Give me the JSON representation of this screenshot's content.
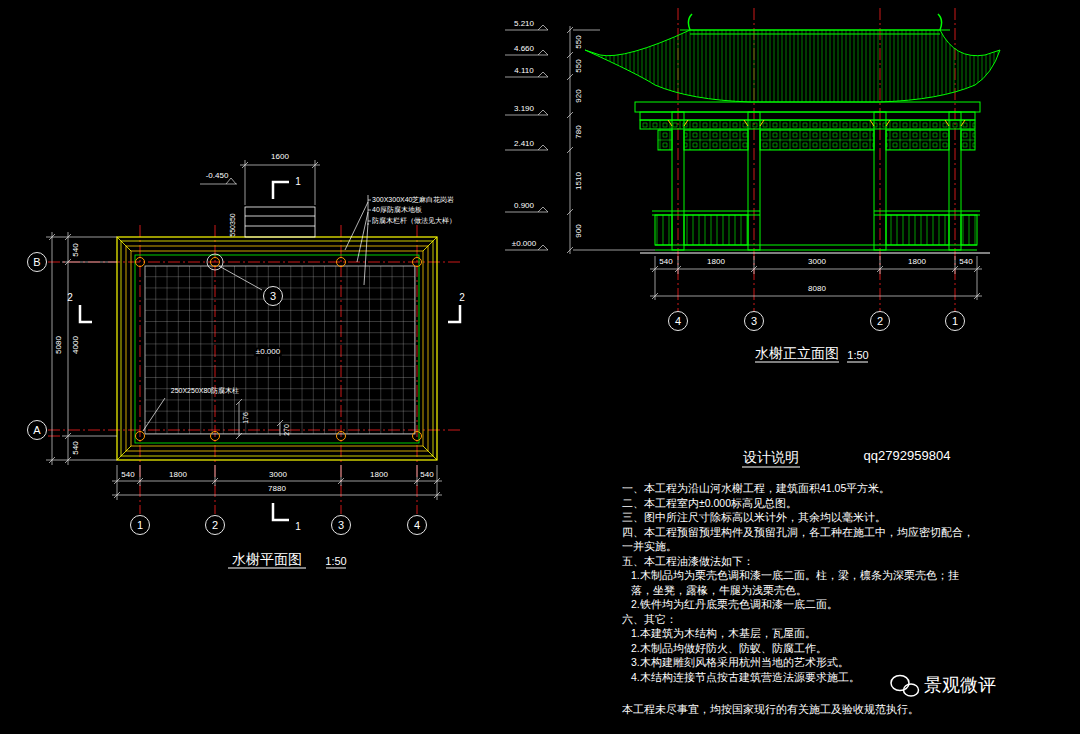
{
  "diagram": {
    "nodes": [
      {
        "text": [
          "B"
        ]
      },
      {
        "text": [
          "3"
        ]
      },
      {
        "text": [
          "A"
        ]
      },
      {
        "text": [
          "1"
        ]
      },
      {
        "text": [
          "2"
        ]
      },
      {
        "text": [
          "3"
        ]
      },
      {
        "text": [
          "4"
        ]
      },
      {
        "text": [
          "4"
        ]
      },
      {
        "text": [
          "3"
        ]
      },
      {
        "text": [
          "2"
        ]
      },
      {
        "text": [
          "1"
        ]
      }
    ],
    "labels": [
      "1600",
      "-0.450",
      "1",
      "300X300X40芝麻白花岗岩",
      "40厚防腐木地板",
      "防腐木栏杆（做法见大样）",
      "550350",
      "2",
      "2",
      "540",
      "4000",
      "540",
      "5080",
      "±0.000",
      "250X250X80防腐木柱",
      "176",
      "270",
      "540",
      "1800",
      "3000",
      "1800",
      "540",
      "7880",
      "1",
      "水榭平面图",
      "1:50",
      "5.210",
      "4.660",
      "4.110",
      "3.190",
      "2.410",
      "0.900",
      "±0.000",
      "550",
      "550",
      "920",
      "780",
      "1510",
      "900",
      "540",
      "1800",
      "3000",
      "1800",
      "540",
      "8080",
      "水榭正立面图",
      "1:50",
      "设计说明",
      "qq2792959804",
      "一、本工程为沿山河水榭工程，建筑面积41.05平方米。",
      "二、本工程室内±0.000标高见总图。",
      "三、图中所注尺寸除标高以米计外，其余均以毫米计。",
      "四、本工程预留预埋构件及预留孔洞，各工种在施工中，均应密切配合，一并实施。",
      "五、本工程油漆做法如下：",
      "1.木制品均为栗壳色调和漆一底二面。柱，梁，檩条为深栗壳色；挂落，坐凳，露椽，牛腿为浅栗壳色。",
      "2.铁件均为红丹底栗壳色调和漆一底二面。",
      "六、其它：",
      "1.本建筑为木结构，木基层，瓦屋面。",
      "2.木制品均做好防火、防蚁、防腐工作。",
      "3.木构建雕刻风格采用杭州当地的艺术形式。",
      "4.木结构连接节点按古建筑营造法源要求施工。",
      "本工程未尽事宜，均按国家现行的有关施工及验收规范执行。",
      "景观微评"
    ]
  }
}
